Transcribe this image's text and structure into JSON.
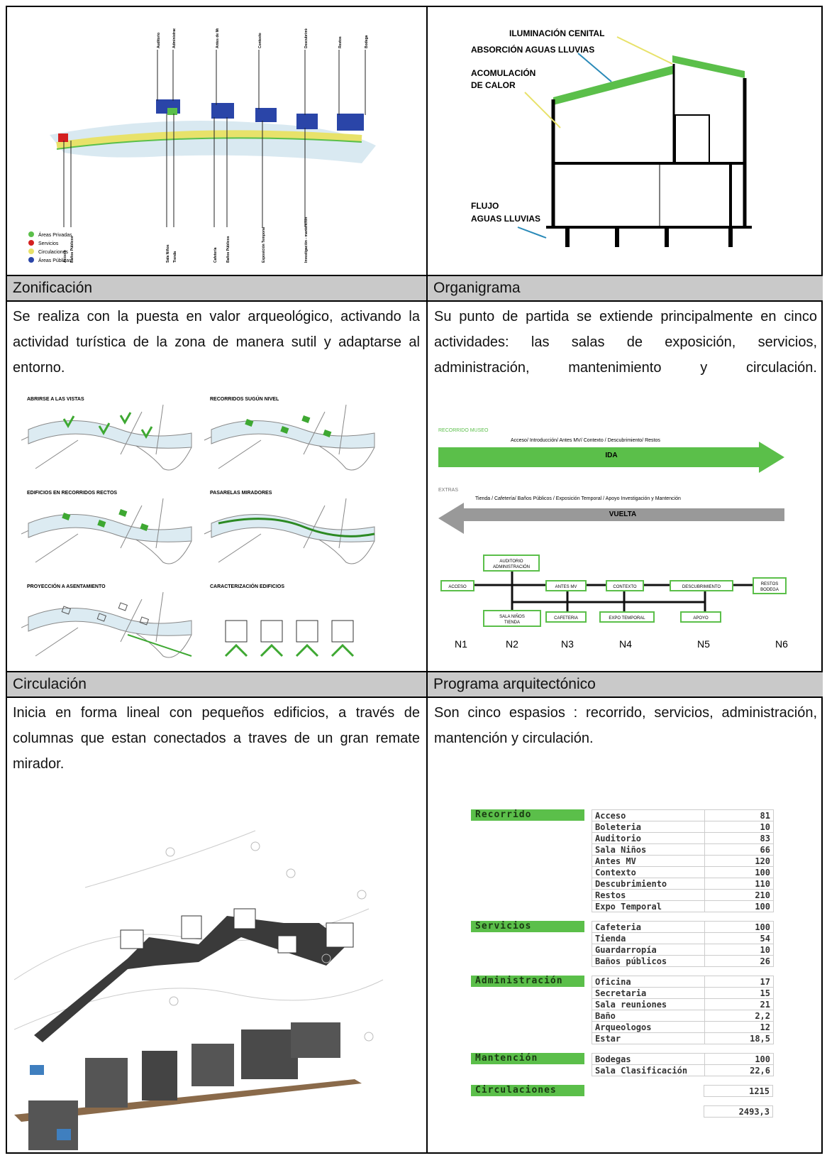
{
  "sections": {
    "zonificacion": {
      "title": "Zonificación",
      "body": "Se realiza con la puesta en valor arqueológico, activando la actividad turística de la zona de manera sutil y adaptarse al entorno."
    },
    "organigrama": {
      "title": "Organigrama",
      "body": "Su punto de partida se extiende principalmente en cinco actividades: las salas de exposición, servicios, administración, mantenimiento y circulación."
    },
    "circulacion": {
      "title": "Circulación",
      "body": "Inicia en forma lineal con pequeños edificios, a través de columnas que estan conectados a traves de un gran remate mirador."
    },
    "programa": {
      "title": "Programa arquitectónico",
      "body": "Son cinco espasios : recorrido, servicios, administración, mantención y circulación."
    }
  },
  "zoning_legend": [
    "Áreas Privadas",
    "Servicios",
    "Circulaciones",
    "Áreas Públicas"
  ],
  "zoning_labels_top": [
    "Auditorio",
    "Administración",
    "Antes de Monte Verde",
    "Contexto",
    "Descubrimiento",
    "Restos",
    "Bodega"
  ],
  "zoning_labels_bottom": [
    "Acceso",
    "Baños Públicos",
    "Sala Niños",
    "Tienda",
    "Cafetería",
    "Baños Públicos",
    "Exposición Temporal",
    "Investigación - mantención"
  ],
  "section_labels": {
    "top1": "ILUMINACIÓN CENITAL",
    "top2": "ABSORCIÓN AGUAS LLUVIAS",
    "heat1": "ACOMULACIÓN",
    "heat2": "DE CALOR",
    "flow1": "FLUJO",
    "flow2": "AGUAS LLUVIAS"
  },
  "diagram_titles": [
    "ABRIRSE A LAS VISTAS",
    "RECORRIDOS SUGÚN NIVEL",
    "EDIFICIOS EN RECORRIDOS RECTOS",
    "PASARELAS MIRADORES",
    "PROYECCIÓN A ASENTAMIENTO",
    "CARACTERIZACIÓN EDIFICIOS"
  ],
  "organigram": {
    "museo_label": "RECORRIDO MUSEO",
    "museo_seq": "Acceso/ Introducción/ Antes MV/ Contexto / Descubrimiento/ Restos",
    "ida": "IDA",
    "extras_label": "EXTRAS",
    "extras_seq": "Tienda / Cafetería/ Baños Públicos / Exposición Temporal / Apoyo Investigación y Mantención",
    "vuelta": "VUELTA",
    "nodes_top": [
      "AUDITORIO",
      "ADMINISTRACIÓN"
    ],
    "nodes_main": [
      "ACCESO",
      "ANTES MV",
      "CONTEXTO",
      "DESCUBRIMIENTO",
      "RESTOS",
      "BODEGA"
    ],
    "nodes_bottom": [
      "SALA NIÑOS",
      "TIENDA",
      "CAFETERIA",
      "EXPO TEMPORAL",
      "APOYO"
    ],
    "levels": [
      "N1",
      "N2",
      "N3",
      "N4",
      "N5",
      "N6"
    ]
  },
  "program": [
    {
      "cat": "Recorrido",
      "rows": [
        [
          "Acceso",
          "81"
        ],
        [
          "Boleteria",
          "10"
        ],
        [
          "Auditorio",
          "83"
        ],
        [
          "Sala Niños",
          "66"
        ],
        [
          "Antes MV",
          "120"
        ],
        [
          "Contexto",
          "100"
        ],
        [
          "Descubrimiento",
          "110"
        ],
        [
          "Restos",
          "210"
        ],
        [
          "Expo Temporal",
          "100"
        ]
      ]
    },
    {
      "cat": "Servicios",
      "rows": [
        [
          "Cafeteria",
          "100"
        ],
        [
          "Tienda",
          "54"
        ],
        [
          "Guardarropía",
          "10"
        ],
        [
          "Baños públicos",
          "26"
        ]
      ]
    },
    {
      "cat": "Administración",
      "rows": [
        [
          "Oficina",
          "17"
        ],
        [
          "Secretaria",
          "15"
        ],
        [
          "Sala reuniones",
          "21"
        ],
        [
          "Baño",
          "2,2"
        ],
        [
          "Arqueologos",
          "12"
        ],
        [
          "Estar",
          "18,5"
        ]
      ]
    },
    {
      "cat": "Mantención",
      "rows": [
        [
          "Bodegas",
          "100"
        ],
        [
          "Sala Clasificación",
          "22,6"
        ]
      ]
    }
  ],
  "circulaciones": {
    "label": "Circulaciones",
    "value": "1215"
  },
  "total": "2493,3",
  "colors": {
    "green": "#5bbf4a",
    "grey_header": "#c9c9c9",
    "blue": "#2a45a8",
    "red": "#d42020",
    "yellow": "#e8e26a"
  }
}
